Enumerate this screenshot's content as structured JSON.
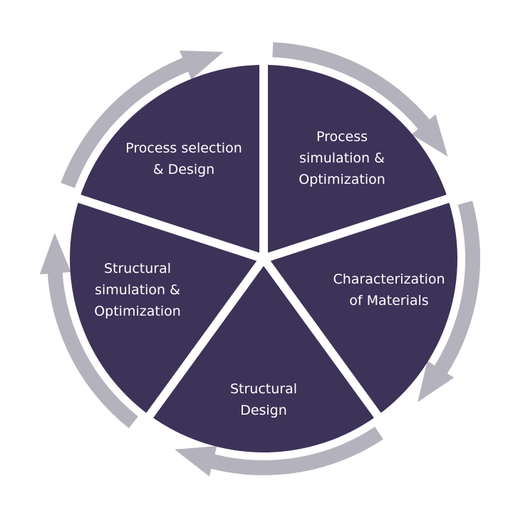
{
  "diagram": {
    "colors": {
      "background": "#ffffff",
      "segment_fill": "#3d3258",
      "arrow_ring": "#b3b2bd",
      "separator": "#ffffff",
      "label_text": "#ffffff"
    },
    "segments": [
      {
        "id": "process-selection-design",
        "lines": [
          "Process selection",
          "& Design"
        ]
      },
      {
        "id": "process-simulation-optimization",
        "lines": [
          "Process",
          "simulation  &",
          "Optimization"
        ]
      },
      {
        "id": "characterization-of-materials",
        "lines": [
          "Characterization",
          "of Materials"
        ]
      },
      {
        "id": "structural-design",
        "lines": [
          "Structural",
          "Design"
        ]
      },
      {
        "id": "structural-simulation-optimization",
        "lines": [
          "Structural",
          "simulation  &",
          "Optimization"
        ]
      }
    ]
  }
}
